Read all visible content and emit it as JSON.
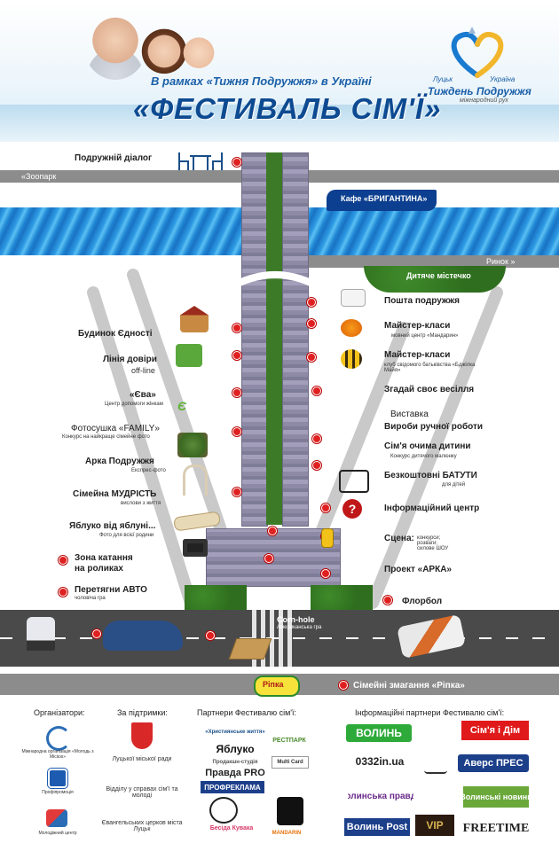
{
  "header": {
    "subtitle": "В рамках «Тижня Подружжя» в Україні",
    "title": "«ФЕСТИВАЛЬ СІМ'Ї»",
    "logo_city": "Луцьк",
    "logo_country": "Україна",
    "logo_title": "Тиждень Подружжя",
    "logo_sub": "міжнародний рух"
  },
  "map": {
    "zoo": "«Зоопарк",
    "cafe": "Кафе «БРИГАНТИНА»",
    "market": "Ринок »",
    "kids_town": "Дитяче містечко",
    "cornhole": "Corn-hole",
    "cornhole_sub": "Американська гра",
    "ripka_badge": "Ріпка"
  },
  "left_stations": [
    {
      "label": "Подружній діалог",
      "sub": ""
    },
    {
      "label": "Будинок Єдності",
      "sub": ""
    },
    {
      "label": "Лінія довіри",
      "sub": "off-line"
    },
    {
      "label": "«Єва»",
      "sub": "Центр допомоги жінкам"
    },
    {
      "label": "Фотосушка «FAMILY»",
      "sub": "Конкурс на найкраще сімейне фото"
    },
    {
      "label": "Арка Подружжя",
      "sub": "Експрес-фото"
    },
    {
      "label": "Сімейна МУДРІСТЬ",
      "sub": "вислови з життя"
    },
    {
      "label": "Яблуко від яблуні...",
      "sub": "Фото для всієї родини"
    },
    {
      "label": "Зона катання",
      "sub": "на роликах"
    },
    {
      "label": "Перетягни АВТО",
      "sub": "чоловіча гра"
    }
  ],
  "right_stations": [
    {
      "label": "Пошта подружжя",
      "sub": ""
    },
    {
      "label": "Майстер-класи",
      "sub": "мовний центр «Мандарин»"
    },
    {
      "label": "Майстер-класи",
      "sub": "клуб свідомого батьківства «Бджілка Майя»"
    },
    {
      "label": "Згадай своє весілля",
      "sub": ""
    },
    {
      "label": "Виставка",
      "sub": "Вироби ручної роботи"
    },
    {
      "label": "Сім'я очима дитини",
      "sub": "Конкурс дитячого малюнку"
    },
    {
      "label": "Безкоштовні БАТУТИ",
      "sub": "для дітей"
    },
    {
      "label": "Інформаційний центр",
      "sub": ""
    },
    {
      "label": "Сцена:",
      "sub": "конкурси; розваги; силове ШОУ"
    },
    {
      "label": "Проект «АРКА»",
      "sub": ""
    },
    {
      "label": "Флорбол",
      "sub": ""
    },
    {
      "label": "Сімейні змагання «Ріпка»",
      "sub": ""
    }
  ],
  "partners": {
    "organizers_title": "Організатори:",
    "organizers": [
      "Міжнародна організація «Молодь з Місією»",
      "Профіпромоція",
      "Молодіжний центр"
    ],
    "support_title": "За підтримки:",
    "support": [
      "Луцької міської ради",
      "Відділу у справах сім'ї та молоді",
      "Євангельських церков міста Луцьк"
    ],
    "festival_partners_title": "Партнери Фестивалю сім'ї:",
    "festival_partners": [
      "«Християнське життя»",
      "РЕСТПАРК",
      "Яблуко",
      "Multi Card",
      "Продакшн-студія",
      "Правда PRO",
      "ПРОФРЕКЛАМА",
      "Бесіда Кувака",
      "MANDARIN"
    ],
    "info_partners_title": "Інформаційні партнери Фестивалю сім'ї:",
    "info_partners": [
      "ВОЛИНЬ",
      "Сім'я і Дім",
      "0332in.ua",
      "Аверс ПРЕС",
      "волинська правда",
      "Волинські новини",
      "Волинь Post",
      "VIP",
      "FREETIME"
    ]
  },
  "colors": {
    "title_blue": "#0d4a91",
    "water": "#2f9be4",
    "grass": "#2e6e1e",
    "marker": "#e02020",
    "road": "#8c8c8c"
  }
}
